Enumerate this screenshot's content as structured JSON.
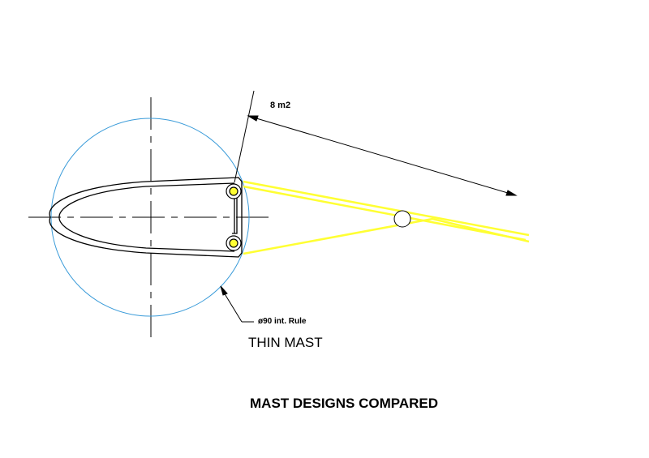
{
  "drawing": {
    "area_label": "8 m2",
    "rule_label": "ø90 int. Rule",
    "mast_label": "THIN MAST",
    "title": "MAST DESIGNS COMPARED"
  },
  "colors": {
    "background": "#ffffff",
    "line": "#000000",
    "rule_circle": "#3a9bd9",
    "sail": "#ffff33",
    "sail_outline": "#c8c800"
  }
}
